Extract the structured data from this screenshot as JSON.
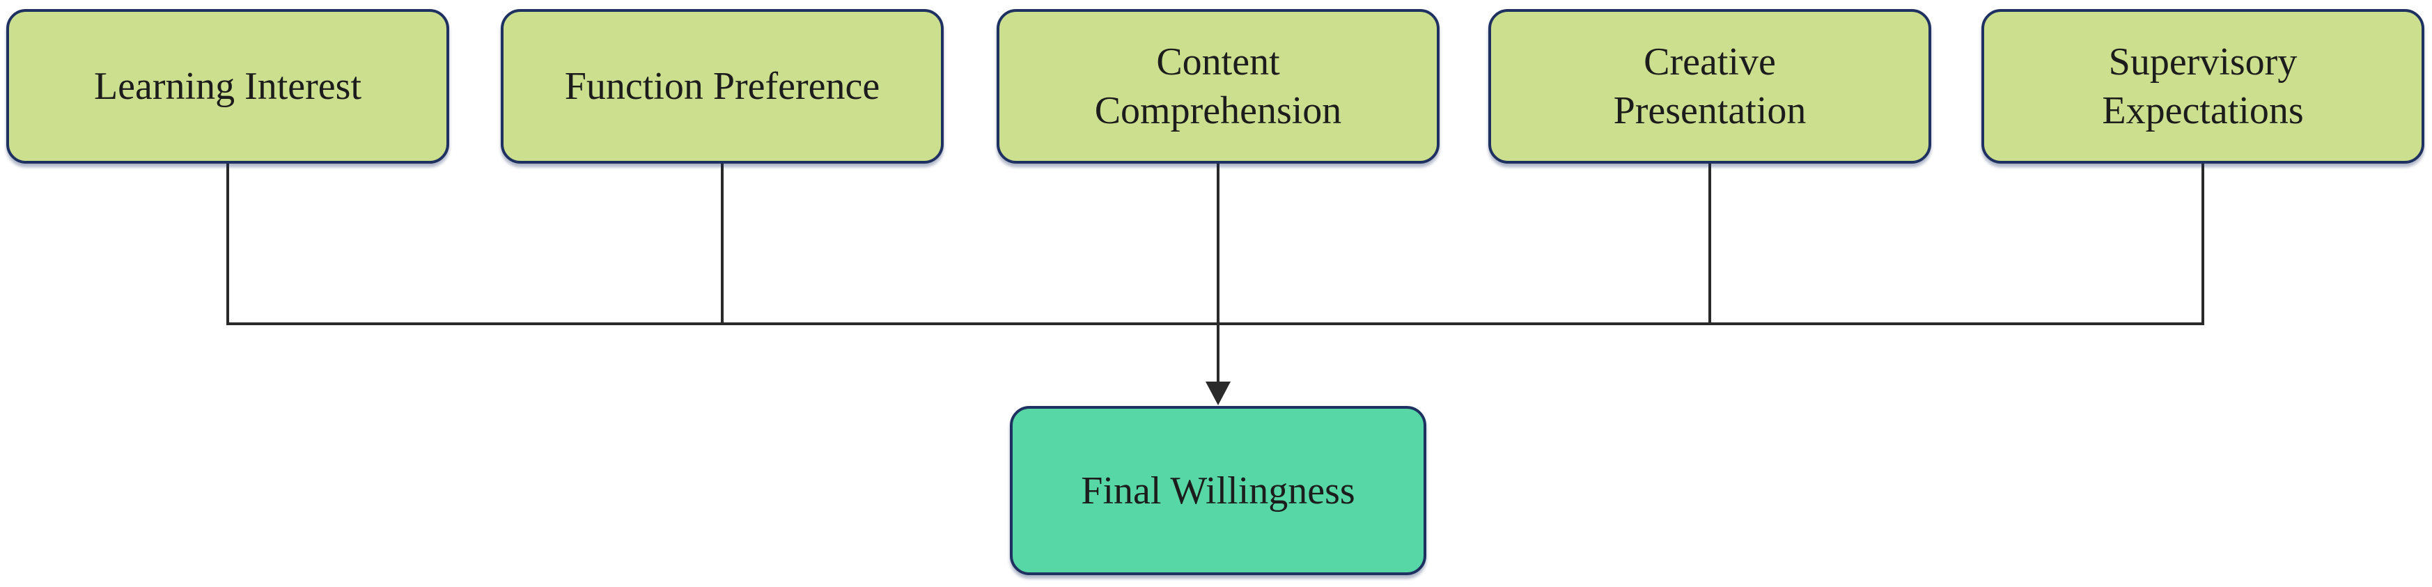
{
  "diagram": {
    "type": "flowchart",
    "description": "Five factor nodes connect downward through an elbow bus line into a single result node",
    "factors": [
      {
        "id": "learning-interest",
        "label": "Learning Interest"
      },
      {
        "id": "function-preference",
        "label": "Function Preference"
      },
      {
        "id": "content-comprehension",
        "label": "Content\nComprehension"
      },
      {
        "id": "creative-presentation",
        "label": "Creative\nPresentation"
      },
      {
        "id": "supervisory-expectations",
        "label": "Supervisory\nExpectations"
      }
    ],
    "result": {
      "id": "final-willingness",
      "label": "Final Willingness"
    },
    "edges": [
      {
        "from": "learning-interest",
        "to": "final-willingness"
      },
      {
        "from": "function-preference",
        "to": "final-willingness"
      },
      {
        "from": "content-comprehension",
        "to": "final-willingness"
      },
      {
        "from": "creative-presentation",
        "to": "final-willingness"
      },
      {
        "from": "supervisory-expectations",
        "to": "final-willingness"
      }
    ],
    "colors": {
      "factor_fill": "#ccdf8e",
      "result_fill": "#56d7a5",
      "node_border": "#1e3160",
      "connector": "#2a2a2a",
      "text": "#1c1c1c",
      "background": "#ffffff"
    }
  }
}
